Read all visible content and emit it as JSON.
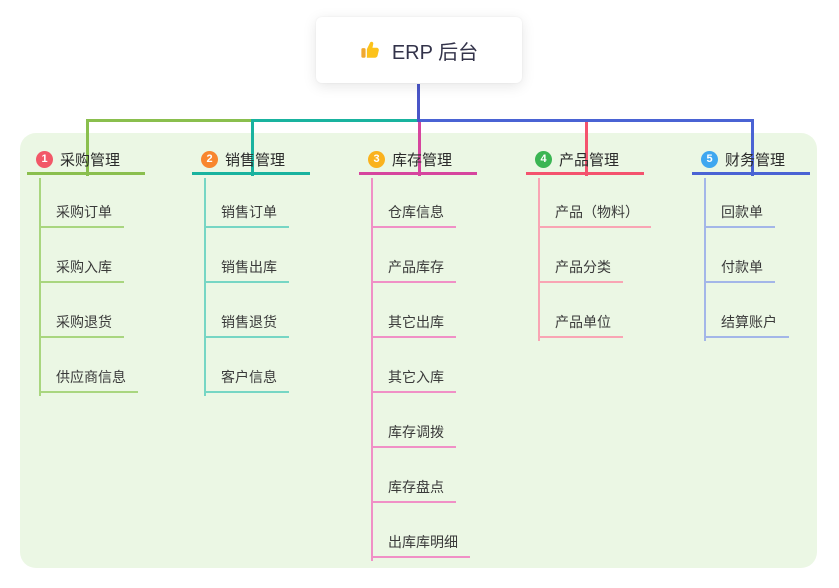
{
  "root": {
    "label": "ERP 后台",
    "icon": "thumbs-up-icon"
  },
  "branches": [
    {
      "num": "1",
      "label": "采购管理",
      "badge_color": "#f25868",
      "line_color": "#8abf4e",
      "child_line_color": "#a9d67f",
      "children": [
        "采购订单",
        "采购入库",
        "采购退货",
        "供应商信息"
      ]
    },
    {
      "num": "2",
      "label": "销售管理",
      "badge_color": "#f8862e",
      "line_color": "#19b39f",
      "child_line_color": "#76d6c4",
      "children": [
        "销售订单",
        "销售出库",
        "销售退货",
        "客户信息"
      ]
    },
    {
      "num": "3",
      "label": "库存管理",
      "badge_color": "#fab21d",
      "line_color": "#d6459e",
      "child_line_color": "#f090c6",
      "children": [
        "仓库信息",
        "产品库存",
        "其它出库",
        "其它入库",
        "库存调拨",
        "库存盘点",
        "出库库明细"
      ]
    },
    {
      "num": "4",
      "label": "产品管理",
      "badge_color": "#3bb553",
      "line_color": "#f4536e",
      "child_line_color": "#f9a5b4",
      "children": [
        "产品（物料）",
        "产品分类",
        "产品单位"
      ]
    },
    {
      "num": "5",
      "label": "财务管理",
      "badge_color": "#3fa7f0",
      "line_color": "#4a63d4",
      "child_line_color": "#a3b6e8",
      "children": [
        "回款单",
        "付款单",
        "结算账户"
      ]
    }
  ],
  "colors": {
    "page_bg": "#ffffff",
    "board_bg": "#ebf7e4",
    "root_line": "#4a56c8",
    "icon_yellow": "#fcc21b",
    "icon_yellow_dark": "#f0a830"
  }
}
